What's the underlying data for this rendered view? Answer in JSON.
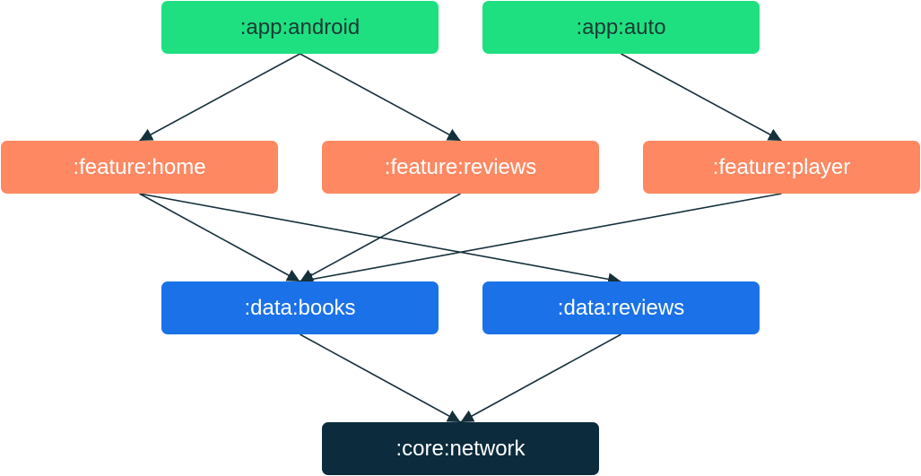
{
  "colors": {
    "app": "#1fe081",
    "feature": "#fe8862",
    "data": "#1b72e8",
    "core": "#0c2c3d",
    "app_text": "#153a33",
    "light_text": "#ffffff",
    "edge": "#15303b"
  },
  "nodes": {
    "app_android": {
      "label": ":app:android",
      "group": "app"
    },
    "app_auto": {
      "label": ":app:auto",
      "group": "app"
    },
    "feature_home": {
      "label": ":feature:home",
      "group": "feature"
    },
    "feature_reviews": {
      "label": ":feature:reviews",
      "group": "feature"
    },
    "feature_player": {
      "label": ":feature:player",
      "group": "feature"
    },
    "data_books": {
      "label": ":data:books",
      "group": "data"
    },
    "data_reviews": {
      "label": ":data:reviews",
      "group": "data"
    },
    "core_network": {
      "label": ":core:network",
      "group": "core"
    }
  },
  "edges": [
    [
      "app_android",
      "feature_home"
    ],
    [
      "app_android",
      "feature_reviews"
    ],
    [
      "app_auto",
      "feature_player"
    ],
    [
      "feature_home",
      "data_books"
    ],
    [
      "feature_home",
      "data_reviews"
    ],
    [
      "feature_reviews",
      "data_books"
    ],
    [
      "feature_player",
      "data_books"
    ],
    [
      "data_books",
      "core_network"
    ],
    [
      "data_reviews",
      "core_network"
    ]
  ]
}
